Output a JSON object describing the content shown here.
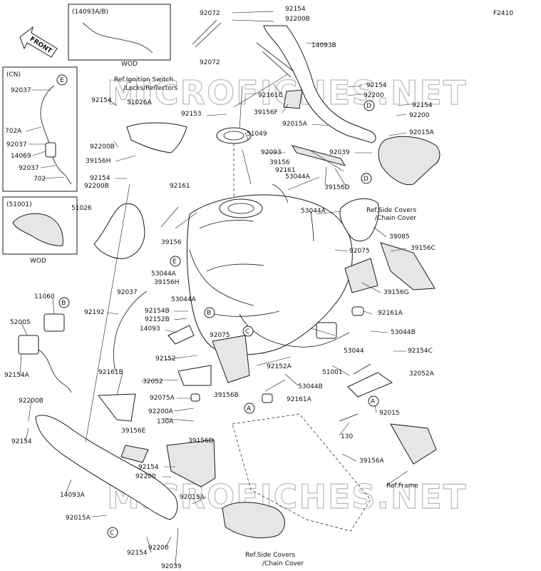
{
  "figure_code": "F2410",
  "watermark": "MICROFICHES.NET",
  "insets": {
    "cn_label": "(CN)",
    "wod_top_label": "(14093A/B)",
    "wod_top_caption": "WOD",
    "wod_left_label": "(51001)",
    "wod_left_caption": "WOD"
  },
  "front_arrow": "FRONT",
  "references": {
    "ignition": [
      "Ref.Ignition Switch",
      "/Locks/Reflectors"
    ],
    "side_covers_right": [
      "Ref.Side Covers",
      "/Chain Cover"
    ],
    "side_covers_bottom": [
      "Ref.Side Covers",
      "/Chain Cover"
    ],
    "frame": [
      "Ref.Frame"
    ]
  },
  "callouts": [
    "A",
    "B",
    "C",
    "D",
    "E"
  ],
  "labels": {
    "cn_92037a": "92037",
    "cn_702a": "702A",
    "cn_92037b": "92037",
    "cn_14069": "14069",
    "cn_92037c": "92037",
    "cn_702": "702",
    "l92072a": "92072",
    "l92072b": "92072",
    "l92154a": "92154",
    "l92200b": "92200B",
    "l14093b": "14093B",
    "l92154b": "92154",
    "l92200a": "92200",
    "l92154c": "92154",
    "l92200c": "92200",
    "l92015a1": "92015A",
    "l92161c": "92161C",
    "l39156f": "39156F",
    "l92015a2": "92015A",
    "l92039": "92039",
    "l39156d": "39156D",
    "l92154d": "92154",
    "l51026a": "51026A",
    "l92153": "92153",
    "l51049": "51049",
    "l92200b2": "92200B",
    "l39156h": "39156H",
    "l92093": "92093",
    "l39156": "39156",
    "l92161": "92161",
    "l53044a1": "53044A",
    "l92154e": "92154",
    "l92200b3": "92200B",
    "l92161b2": "92161",
    "l51026": "51026",
    "l53044a2": "53044A",
    "l39085": "39085",
    "l39156b2": "39156",
    "l92075": "92075",
    "l39156c": "39156C",
    "l53044a3": "53044A",
    "l39156h2": "39156H",
    "l92037": "92037",
    "l39156g": "39156G",
    "l53044a4": "53044A",
    "l11060": "11060",
    "l92192": "92192",
    "l92154b2": "92154B",
    "l92152b": "92152B",
    "l92161a": "92161A",
    "l52005": "52005",
    "l14093": "14093",
    "l92075b": "92075",
    "l53044b": "53044B",
    "l92152": "92152",
    "l53044": "53044",
    "l92154c2": "92154C",
    "l92154a2": "92154A",
    "l92152a": "92152A",
    "l51001": "51001",
    "l92161b": "92161B",
    "l32052": "32052",
    "l32052a": "32052A",
    "l39156b": "39156B",
    "l53044b2": "53044B",
    "l92075a": "92075A",
    "l92161a2": "92161A",
    "l92200a2": "92200A",
    "l92015": "92015",
    "l130a": "130A",
    "l92200b4": "92200B",
    "l39156e": "39156E",
    "l130": "130",
    "l92154f": "92154",
    "l39156d2": "39156D",
    "l39156a": "39156A",
    "l92154g": "92154",
    "l92200d": "92200",
    "l14093a": "14093A",
    "l92015a3": "92015A",
    "l92015a4": "92015A",
    "l92154h": "92154",
    "l92200e": "92200",
    "l92039b": "92039"
  }
}
